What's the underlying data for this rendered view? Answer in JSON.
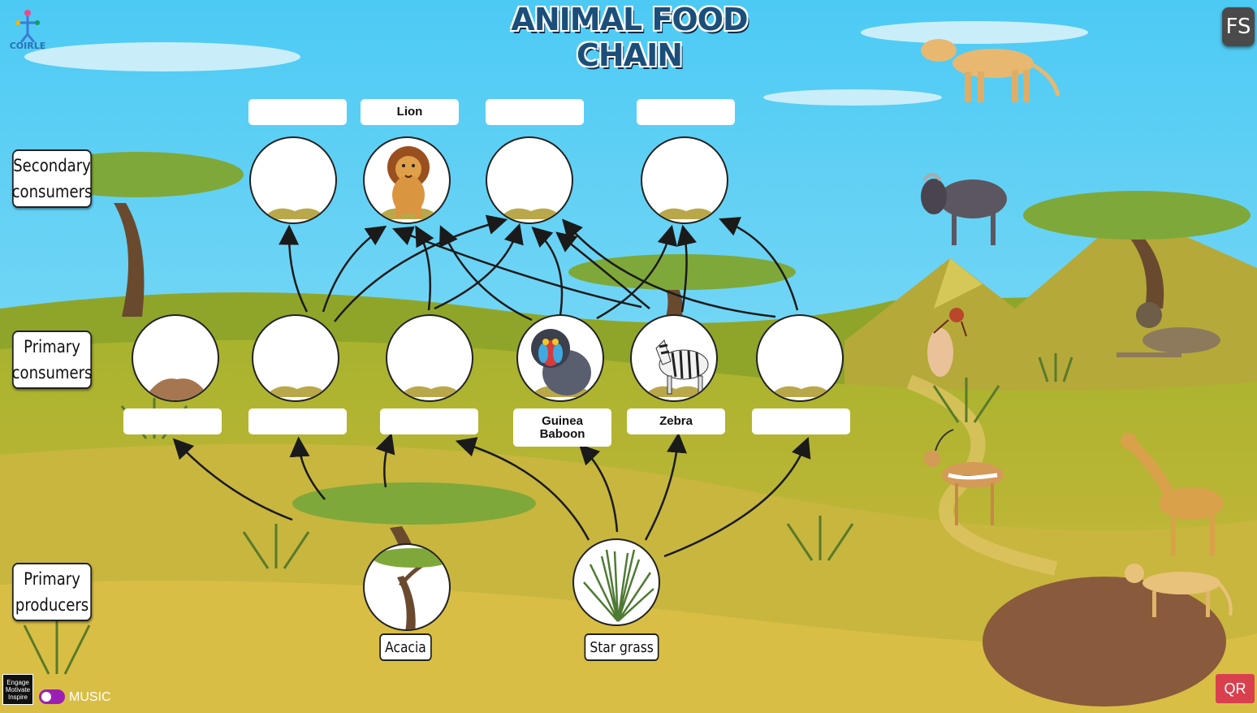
{
  "title": "ANIMAL FOOD CHAIN",
  "logo": {
    "text": "COIRLE",
    "icon": "colorful-figure-logo"
  },
  "fullscreen_button": "FS",
  "qr_button": "QR",
  "badge": "Engage Motivate Inspire",
  "music": {
    "label": "MUSIC",
    "enabled": true
  },
  "levels": {
    "secondary": "Secondary\nconsumers",
    "primary_consumers": "Primary\nconsumers",
    "producers": "Primary\nproducers"
  },
  "secondary_consumers": [
    {
      "name": "",
      "icon": "empty-slot"
    },
    {
      "name": "Lion",
      "icon": "lion"
    },
    {
      "name": "",
      "icon": "empty-slot"
    },
    {
      "name": "",
      "icon": "empty-slot"
    }
  ],
  "primary_consumers": [
    {
      "name": "",
      "icon": "empty-slot-rock"
    },
    {
      "name": "",
      "icon": "empty-slot"
    },
    {
      "name": "",
      "icon": "empty-slot"
    },
    {
      "name": "Guinea Baboon",
      "icon": "baboon"
    },
    {
      "name": "Zebra",
      "icon": "zebra"
    },
    {
      "name": "",
      "icon": "empty-slot"
    }
  ],
  "producers": [
    {
      "name": "Acacia",
      "icon": "acacia-tree"
    },
    {
      "name": "Star grass",
      "icon": "star-grass"
    }
  ],
  "draggable_animals": [
    "lioness",
    "wildebeest",
    "termite",
    "wild-dog",
    "gazelle",
    "giraffe",
    "cheetah"
  ],
  "colors": {
    "sky": "#5fd0f5",
    "grass": "#c4b640",
    "title": "#1b4f7a",
    "toggle": "#9b1fb5",
    "qr": "#d9404e"
  }
}
